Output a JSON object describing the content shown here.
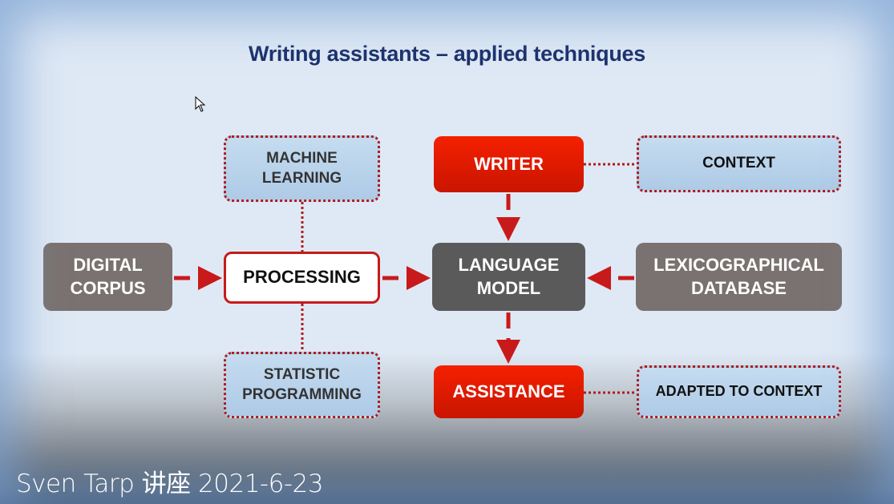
{
  "slide": {
    "title": "Writing assistants – applied techniques",
    "nodes": {
      "digital_corpus": "DIGITAL CORPUS",
      "processing": "PROCESSING",
      "machine_learning": "MACHINE LEARNING",
      "statistic_programming": "STATISTIC PROGRAMMING",
      "writer": "WRITER",
      "language_model": "LANGUAGE MODEL",
      "assistance": "ASSISTANCE",
      "context": "CONTEXT",
      "lexicographical_database": "LEXICOGRAPHICAL DATABASE",
      "adapted_to_context": "ADAPTED TO CONTEXT"
    },
    "colors": {
      "accent_red": "#f21a00",
      "title_blue": "#1b2f6b",
      "gray_box": "#7a7270",
      "dark_box": "#5a5a5a"
    }
  },
  "caption": "Sven Tarp 讲座 2021-6-23"
}
